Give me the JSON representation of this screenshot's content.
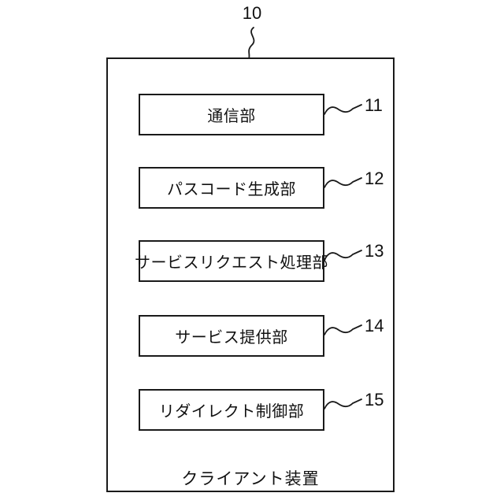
{
  "figure": {
    "device_ref": "10",
    "device_label": "クライアント装置",
    "blocks": [
      {
        "label": "通信部",
        "ref": "11"
      },
      {
        "label": "パスコード生成部",
        "ref": "12"
      },
      {
        "label": "サービスリクエスト処理部",
        "ref": "13"
      },
      {
        "label": "サービス提供部",
        "ref": "14"
      },
      {
        "label": "リダイレクト制御部",
        "ref": "15"
      }
    ],
    "colors": {
      "line": "#1a1a1a",
      "background": "#ffffff",
      "text": "#111111"
    }
  }
}
